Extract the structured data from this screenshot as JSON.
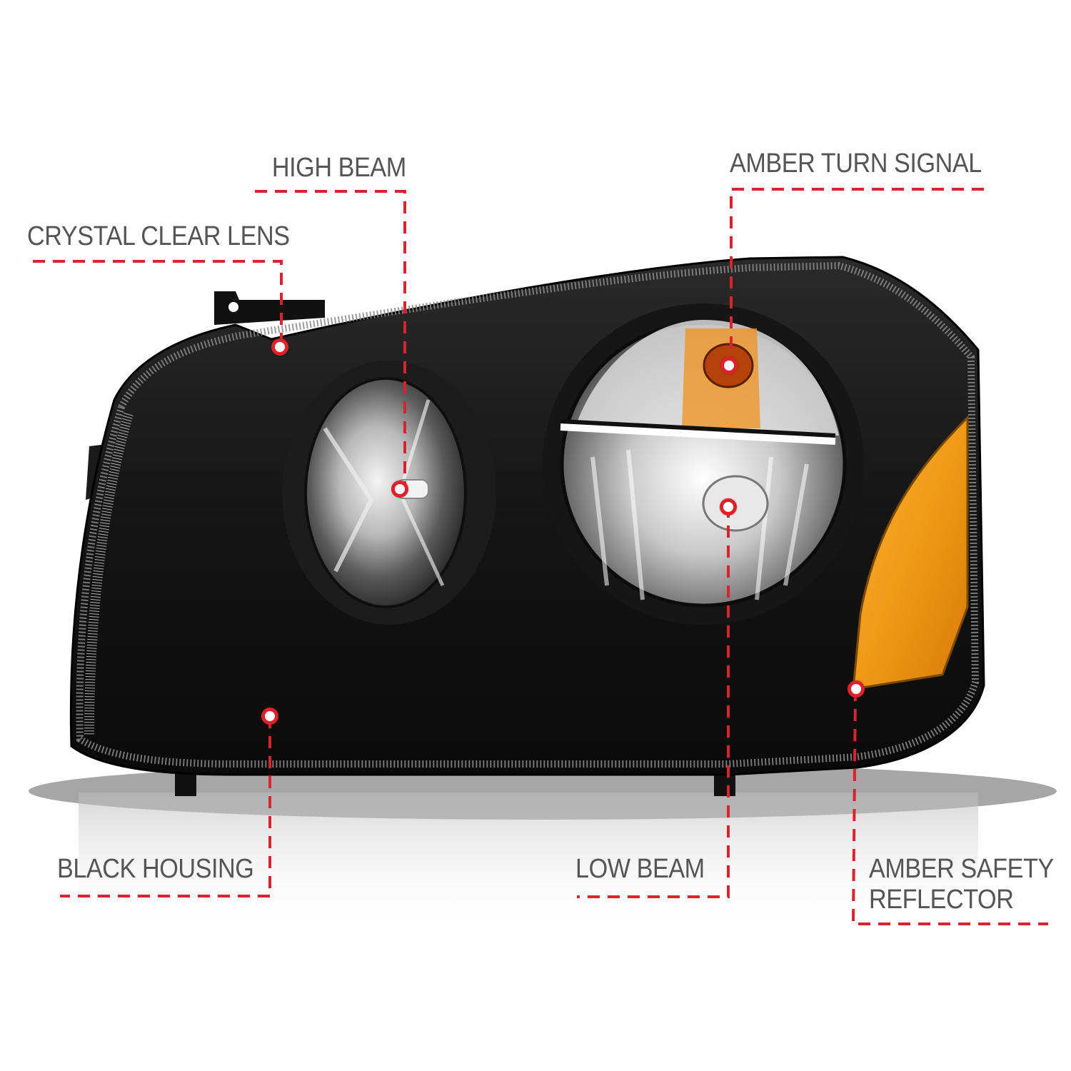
{
  "colors": {
    "callout_line": "#d9232e",
    "marker_ring": "#e0202a",
    "marker_fill": "#ffffff",
    "label_text": "#555555",
    "housing": "#111111",
    "amber": "#f0a020",
    "background": "#ffffff"
  },
  "product": {
    "subject": "headlight-assembly"
  },
  "callouts": [
    {
      "id": "high-beam",
      "label": "HIGH BEAM"
    },
    {
      "id": "crystal-clear-lens",
      "label": "CRYSTAL CLEAR LENS"
    },
    {
      "id": "amber-turn-signal",
      "label": "AMBER TURN SIGNAL"
    },
    {
      "id": "black-housing",
      "label": "BLACK HOUSING"
    },
    {
      "id": "low-beam",
      "label": "LOW BEAM"
    },
    {
      "id": "amber-safety-reflector",
      "label_line1": "AMBER SAFETY",
      "label_line2": "REFLECTOR"
    }
  ]
}
